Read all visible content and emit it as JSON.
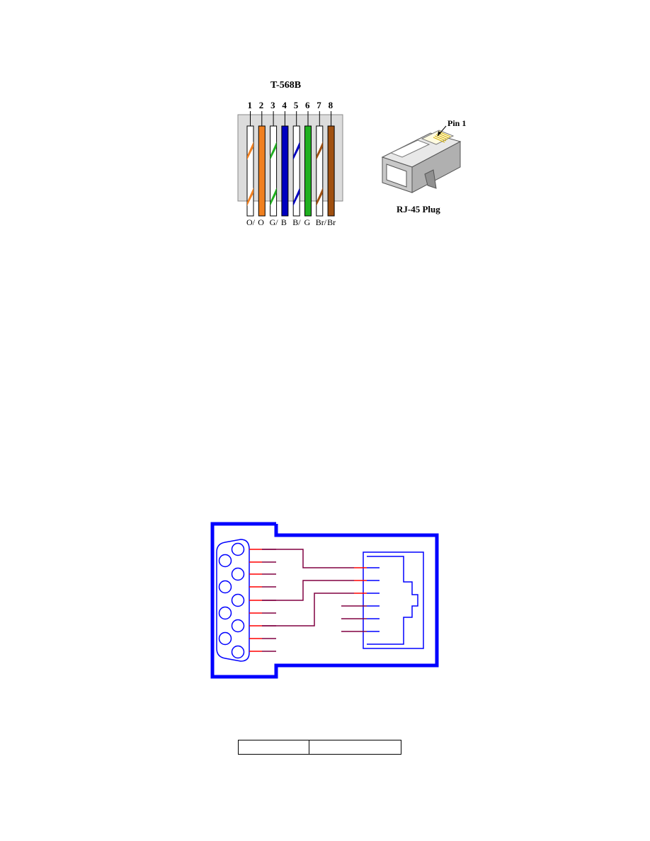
{
  "t568b": {
    "title": "T-568B",
    "pins": [
      {
        "number": "1",
        "label": "O/",
        "color": "#f08020",
        "striped": true
      },
      {
        "number": "2",
        "label": "O",
        "color": "#f08020",
        "striped": false
      },
      {
        "number": "3",
        "label": "G/",
        "color": "#20b020",
        "striped": true
      },
      {
        "number": "4",
        "label": "B",
        "color": "#0000c0",
        "striped": false
      },
      {
        "number": "5",
        "label": "B/",
        "color": "#0000c0",
        "striped": true
      },
      {
        "number": "6",
        "label": "G",
        "color": "#20b020",
        "striped": false
      },
      {
        "number": "7",
        "label": "Br/",
        "color": "#a05010",
        "striped": true
      },
      {
        "number": "8",
        "label": "Br",
        "color": "#a05010",
        "striped": false
      }
    ]
  },
  "rj45": {
    "pin1_label": "Pin 1",
    "caption": "RJ-45 Plug"
  },
  "adapter": {
    "outline_color": "#0000ff",
    "wire_color": "#800040",
    "pin_tip_color": "#ff0000"
  },
  "table": {
    "cells": [
      "",
      ""
    ]
  }
}
